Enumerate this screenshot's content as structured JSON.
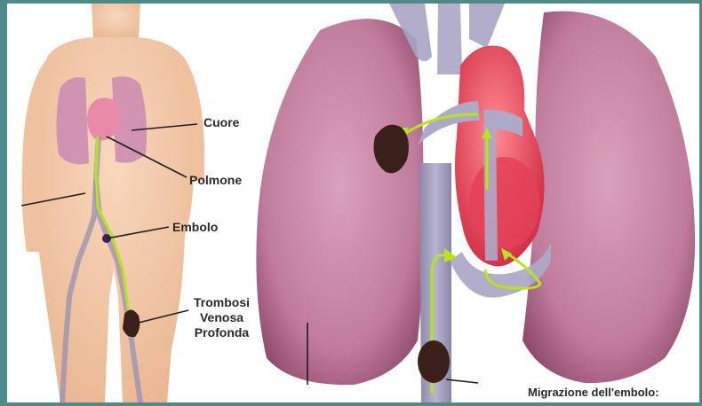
{
  "labels": {
    "cuore": "Cuore",
    "polmone": "Polmone",
    "embolo": "Embolo",
    "tvp_line1": "Trombosi",
    "tvp_line2": "Venosa",
    "tvp_line3": "Profonda",
    "migrazione": "Migrazione dell'embolo:",
    "migrazione_cut": "... ... ... ... ..."
  },
  "colors": {
    "frame": "#4f8a89",
    "background": "#ffffff",
    "skin": "#f3c9a6",
    "lung": "#b56d8f",
    "heart": "#e94b5f",
    "vessel": "#9a8fb6",
    "arrow": "#b6e51c",
    "clot": "#3a2018"
  }
}
